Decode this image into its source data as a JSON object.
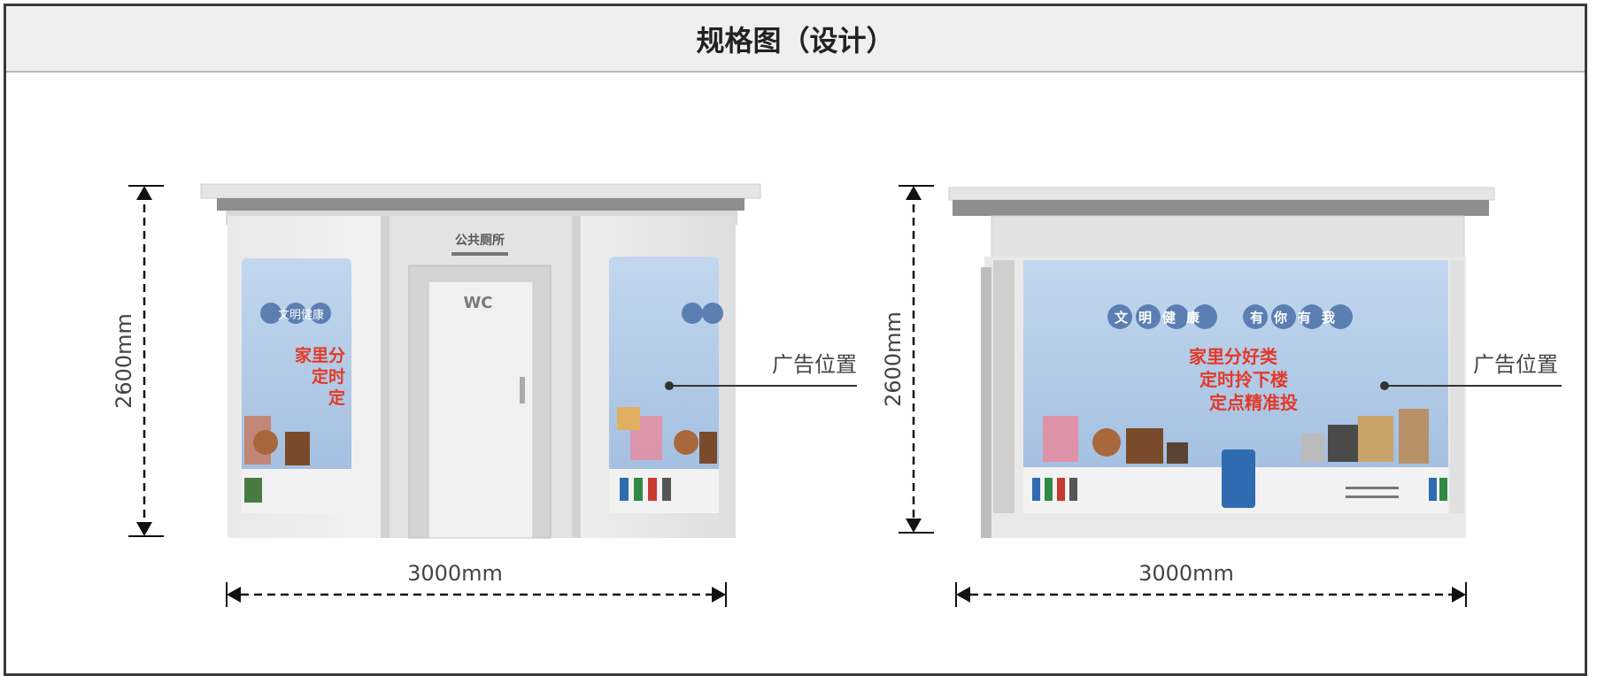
{
  "title": "规格图（设计）",
  "front": {
    "height_label": "2600mm",
    "width_label": "3000mm",
    "ad_label": "广告位置",
    "sign_text": "公共厕所",
    "door_text": "WC",
    "poster_slogan_1": "文明健康",
    "poster_lines": [
      "家里分",
      "定时",
      "定"
    ]
  },
  "side": {
    "height_label": "2600mm",
    "width_label": "3000mm",
    "ad_label": "广告位置",
    "poster_slogan_1": "文明健康",
    "poster_slogan_2": "有你有我",
    "poster_lines": [
      "家里分好类",
      "定时拎下楼",
      "定点精准投"
    ]
  },
  "colors": {
    "poster_blue": "#b3cde9",
    "poster_red": "#e23a28",
    "kiosk_white": "#f1f1f1",
    "frame": "#3a3a3a"
  }
}
